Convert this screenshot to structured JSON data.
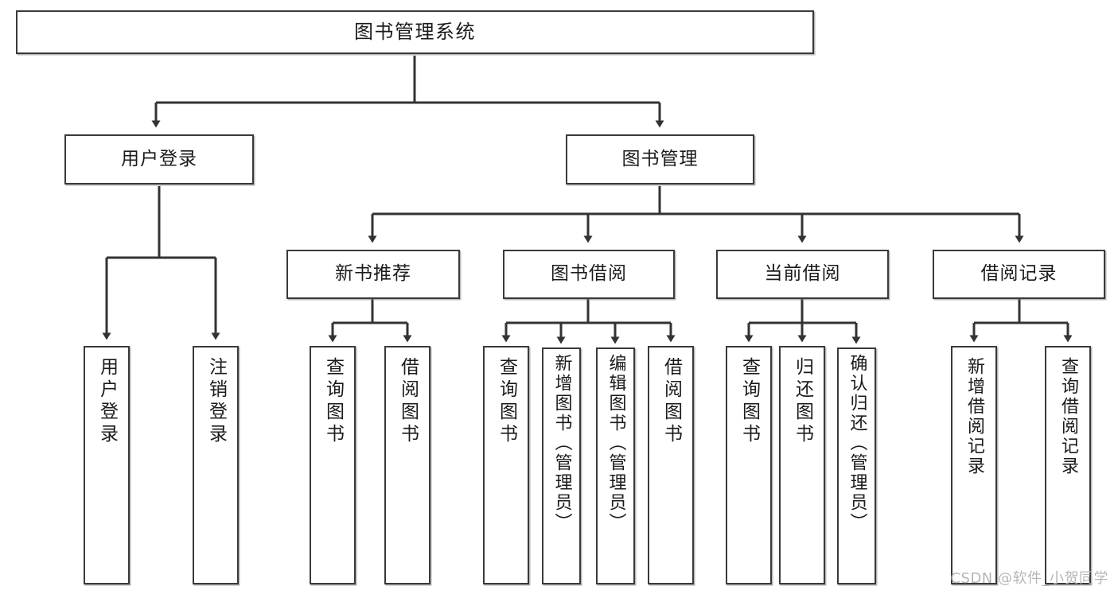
{
  "diagram": {
    "title": "图书管理系统",
    "type": "tree",
    "watermark": "CSDN @软件_小贺同学",
    "colors": {
      "border": "#3a3a3a",
      "background": "#ffffff",
      "text": "#1b1b1b",
      "edge": "#333333",
      "watermark": "#b6b6b6"
    },
    "nodes": {
      "root": {
        "label": "图书管理系统",
        "level": 1
      },
      "user_login": {
        "label": "用户登录",
        "level": 2
      },
      "book_manage": {
        "label": "图书管理",
        "level": 2
      },
      "new_book_rec": {
        "label": "新书推荐",
        "level": 3
      },
      "book_borrow": {
        "label": "图书借阅",
        "level": 3
      },
      "current_borrow": {
        "label": "当前借阅",
        "level": 3
      },
      "borrow_record": {
        "label": "借阅记录",
        "level": 3
      },
      "leaf_user_login": {
        "label": "用户登录",
        "level": 4
      },
      "leaf_logout": {
        "label": "注销登录",
        "level": 4
      },
      "leaf_query_book_1": {
        "label": "查询图书",
        "level": 4
      },
      "leaf_borrow_book_1": {
        "label": "借阅图书",
        "level": 4
      },
      "leaf_query_book_2": {
        "label": "查询图书",
        "level": 4
      },
      "leaf_add_book": {
        "label": "新增图书（管理员）",
        "level": 4
      },
      "leaf_edit_book": {
        "label": "编辑图书（管理员）",
        "level": 4
      },
      "leaf_borrow_book_2": {
        "label": "借阅图书",
        "level": 4
      },
      "leaf_query_book_3": {
        "label": "查询图书",
        "level": 4
      },
      "leaf_return_book": {
        "label": "归还图书",
        "level": 4
      },
      "leaf_confirm_return": {
        "label": "确认归还（管理员）",
        "level": 4
      },
      "leaf_add_record": {
        "label": "新增借阅记录",
        "level": 4
      },
      "leaf_query_record": {
        "label": "查询借阅记录",
        "level": 4
      }
    },
    "edges": [
      {
        "from": "root",
        "to": "user_login"
      },
      {
        "from": "root",
        "to": "book_manage"
      },
      {
        "from": "user_login",
        "to": "leaf_user_login"
      },
      {
        "from": "user_login",
        "to": "leaf_logout"
      },
      {
        "from": "book_manage",
        "to": "new_book_rec"
      },
      {
        "from": "book_manage",
        "to": "book_borrow"
      },
      {
        "from": "book_manage",
        "to": "current_borrow"
      },
      {
        "from": "book_manage",
        "to": "borrow_record"
      },
      {
        "from": "new_book_rec",
        "to": "leaf_query_book_1"
      },
      {
        "from": "new_book_rec",
        "to": "leaf_borrow_book_1"
      },
      {
        "from": "book_borrow",
        "to": "leaf_query_book_2"
      },
      {
        "from": "book_borrow",
        "to": "leaf_add_book"
      },
      {
        "from": "book_borrow",
        "to": "leaf_edit_book"
      },
      {
        "from": "book_borrow",
        "to": "leaf_borrow_book_2"
      },
      {
        "from": "current_borrow",
        "to": "leaf_query_book_3"
      },
      {
        "from": "current_borrow",
        "to": "leaf_return_book"
      },
      {
        "from": "current_borrow",
        "to": "leaf_confirm_return"
      },
      {
        "from": "borrow_record",
        "to": "leaf_add_record"
      },
      {
        "from": "borrow_record",
        "to": "leaf_query_record"
      }
    ]
  }
}
